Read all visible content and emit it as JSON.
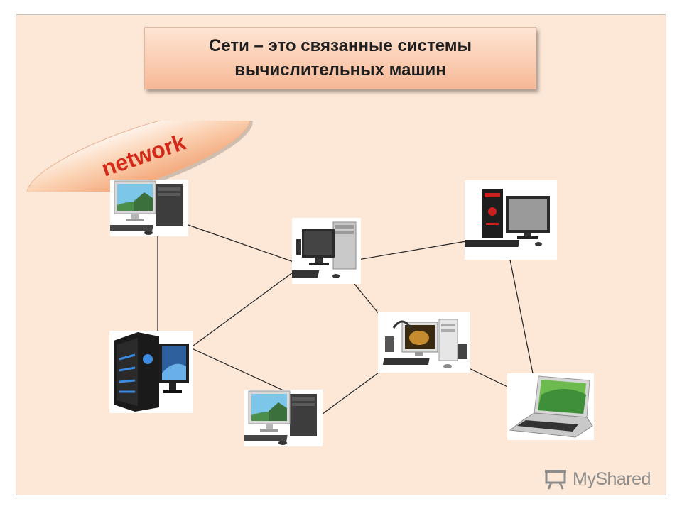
{
  "title": {
    "line1": "Сети – это связанные системы",
    "line2": "вычислительных машин"
  },
  "badge": {
    "label": "network",
    "color": "#d42a1a"
  },
  "nodes": [
    {
      "id": "pc-top-left",
      "icon": "desktop-computer-icon"
    },
    {
      "id": "pc-center",
      "icon": "desktop-computer-icon"
    },
    {
      "id": "pc-top-right",
      "icon": "desktop-computer-icon"
    },
    {
      "id": "pc-gaming",
      "icon": "gaming-tower-icon"
    },
    {
      "id": "pc-multimedia",
      "icon": "multimedia-computer-icon"
    },
    {
      "id": "pc-bottom",
      "icon": "desktop-computer-icon"
    },
    {
      "id": "laptop",
      "icon": "laptop-icon"
    }
  ],
  "links": [
    [
      "pc-top-left",
      "pc-center"
    ],
    [
      "pc-top-left",
      "pc-gaming"
    ],
    [
      "pc-gaming",
      "pc-center"
    ],
    [
      "pc-gaming",
      "pc-bottom"
    ],
    [
      "pc-center",
      "pc-top-right"
    ],
    [
      "pc-center",
      "pc-multimedia"
    ],
    [
      "pc-bottom",
      "pc-multimedia"
    ],
    [
      "pc-multimedia",
      "laptop"
    ],
    [
      "pc-top-right",
      "laptop"
    ]
  ],
  "watermark": {
    "text": "MyShared"
  }
}
